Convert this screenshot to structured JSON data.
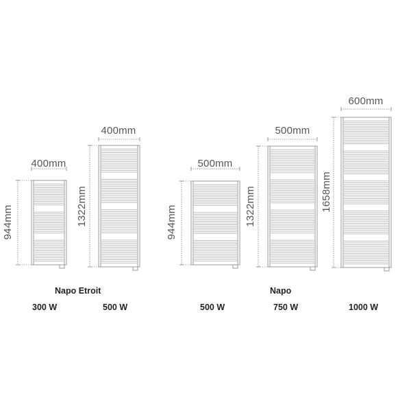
{
  "colors": {
    "outline": "#9a9a9a",
    "bars": "#bdbdbd",
    "dimension_lines": "#9a9a9a",
    "text": "#222222"
  },
  "groups": [
    {
      "name": "Napo Etroit"
    },
    {
      "name": "Napo"
    }
  ],
  "radiators": [
    {
      "width_label": "400mm",
      "height_label": "944mm",
      "power": "300 W",
      "group": 0,
      "heat_bands": 3
    },
    {
      "width_label": "400mm",
      "height_label": "1322mm",
      "power": "500 W",
      "group": 0,
      "heat_bands": 4
    },
    {
      "width_label": "500mm",
      "height_label": "944mm",
      "power": "500 W",
      "group": 1,
      "heat_bands": 3
    },
    {
      "width_label": "500mm",
      "height_label": "1322mm",
      "power": "750 W",
      "group": 1,
      "heat_bands": 4
    },
    {
      "width_label": "600mm",
      "height_label": "1658mm",
      "power": "1000 W",
      "group": 1,
      "heat_bands": 5
    }
  ]
}
